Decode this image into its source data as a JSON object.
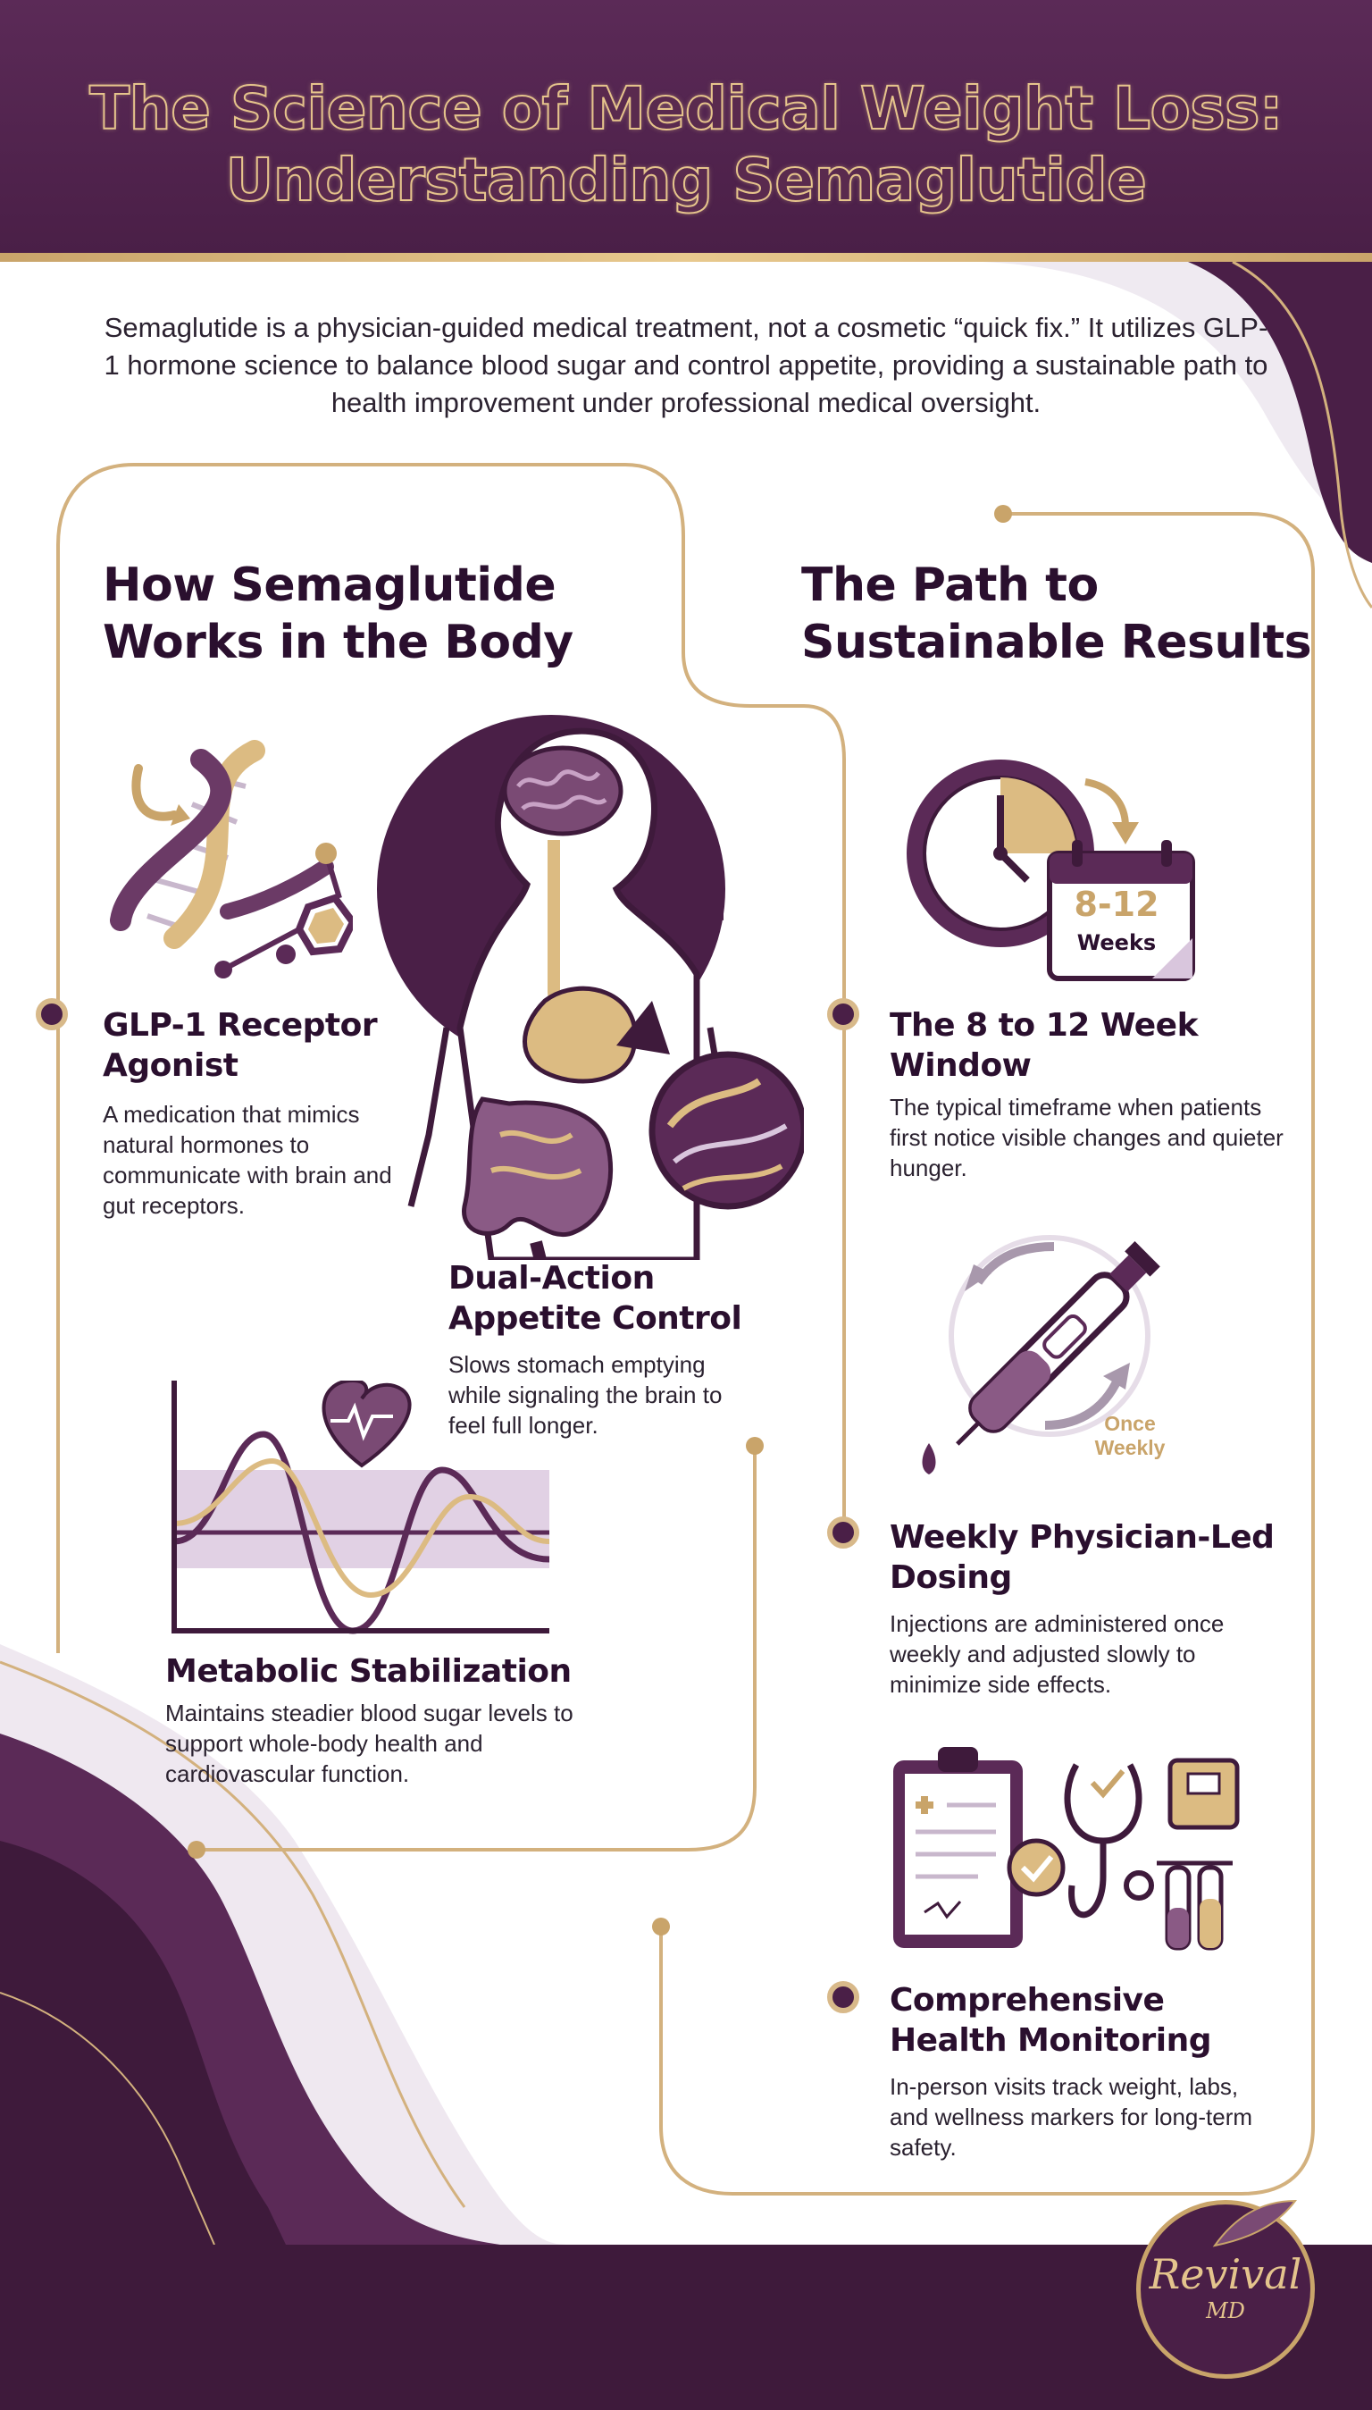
{
  "header": {
    "title_line1": "The Science of Medical Weight Loss:",
    "title_line2": "Understanding Semaglutide"
  },
  "intro": "Semaglutide is a physician-guided medical treatment, not a cosmetic “quick fix.” It utilizes GLP-1 hormone science to balance blood sugar and control appetite, providing a sustainable path to health improvement under professional medical oversight.",
  "left_section": {
    "title_line1": "How Semaglutide",
    "title_line2": "Works in the Body",
    "items": [
      {
        "title_line1": "GLP-1 Receptor",
        "title_line2": "Agonist",
        "desc": "A medication that mimics natural hormones to communicate with brain and gut receptors."
      },
      {
        "title_line1": "Dual-Action",
        "title_line2": "Appetite Control",
        "desc": "Slows stomach emptying while signaling the brain to feel full longer."
      },
      {
        "title_line1": "Metabolic Stabilization",
        "title_line2": "",
        "desc": "Maintains steadier blood sugar levels to support whole-body health and cardiovascular function."
      }
    ]
  },
  "right_section": {
    "title_line1": "The Path to",
    "title_line2": "Sustainable Results",
    "calendar_range": "8-12",
    "calendar_unit": "Weeks",
    "pen_label_line1": "Once",
    "pen_label_line2": "Weekly",
    "items": [
      {
        "title_line1": "The 8 to 12 Week",
        "title_line2": "Window",
        "desc": "The typical timeframe when patients first notice visible changes and quieter hunger."
      },
      {
        "title_line1": "Weekly Physician-Led",
        "title_line2": "Dosing",
        "desc": "Injections are administered once weekly and adjusted slowly to minimize side effects."
      },
      {
        "title_line1": "Comprehensive",
        "title_line2": "Health Monitoring",
        "desc": "In-person visits track weight, labs, and wellness markers for long-term safety."
      }
    ]
  },
  "logo": {
    "name": "Revival",
    "sub": "MD"
  },
  "colors": {
    "plum": "#4a1f47",
    "gold": "#c9a46a",
    "lavender": "#d9c6dd"
  }
}
